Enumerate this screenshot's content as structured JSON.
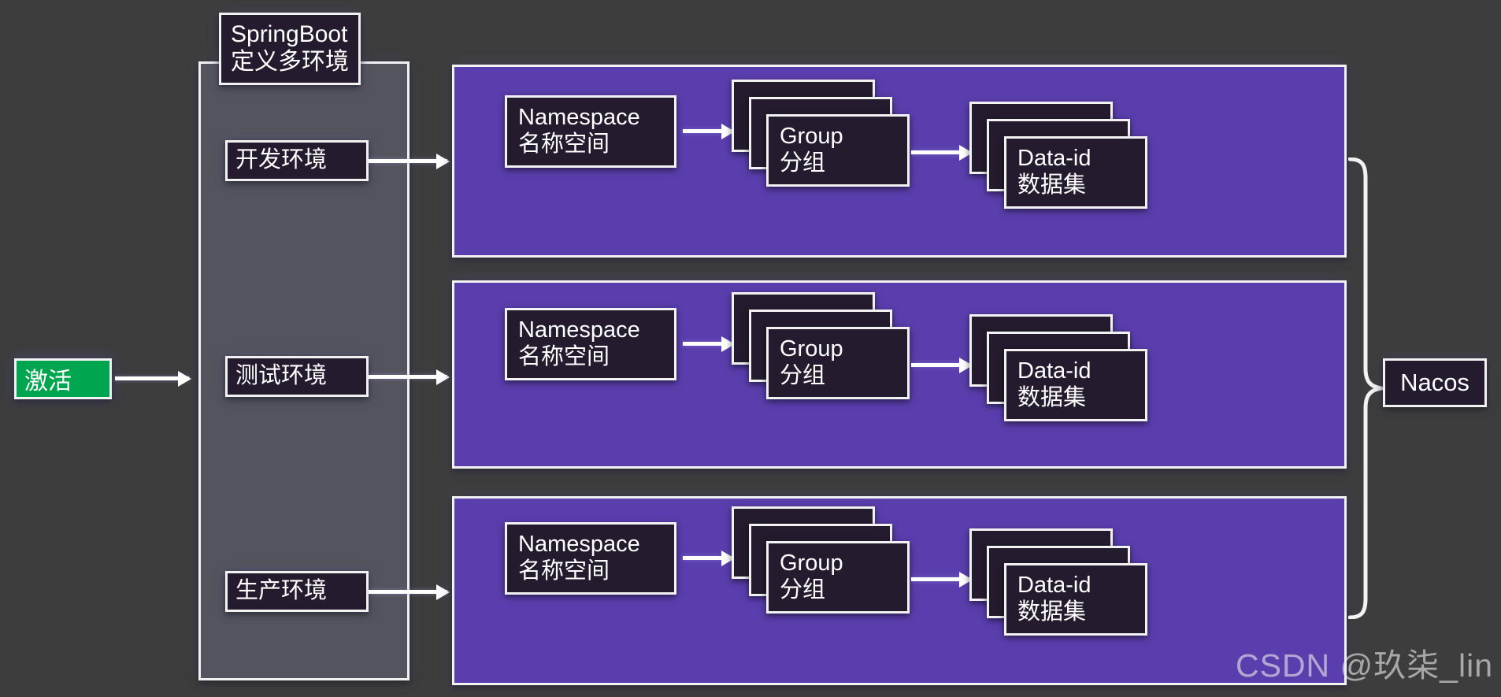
{
  "background_color": "#3d3d3d",
  "accent_purple": "#5a3ead",
  "node_fill": "#241b2e",
  "activate_green": "#00a550",
  "container_fill": "#54545e",
  "border_color": "#f2f2f2",
  "activate": {
    "label": "激活"
  },
  "springboot": {
    "title_en": "SpringBoot",
    "title_cn": "定义多环境",
    "environments": [
      {
        "label": "开发环境"
      },
      {
        "label": "测试环境"
      },
      {
        "label": "生产环境"
      }
    ]
  },
  "panels": [
    {
      "env": "开发环境",
      "namespace": {
        "en": "Namespace",
        "cn": "名称空间"
      },
      "group": {
        "en": "Group",
        "cn": "分组"
      },
      "dataid": {
        "en": "Data-id",
        "cn": "数据集"
      }
    },
    {
      "env": "测试环境",
      "namespace": {
        "en": "Namespace",
        "cn": "名称空间"
      },
      "group": {
        "en": "Group",
        "cn": "分组"
      },
      "dataid": {
        "en": "Data-id",
        "cn": "数据集"
      }
    },
    {
      "env": "生产环境",
      "namespace": {
        "en": "Namespace",
        "cn": "名称空间"
      },
      "group": {
        "en": "Group",
        "cn": "分组"
      },
      "dataid": {
        "en": "Data-id",
        "cn": "数据集"
      }
    }
  ],
  "nacos": {
    "label": "Nacos"
  },
  "watermark": {
    "text": "CSDN @玖柒_lin"
  }
}
